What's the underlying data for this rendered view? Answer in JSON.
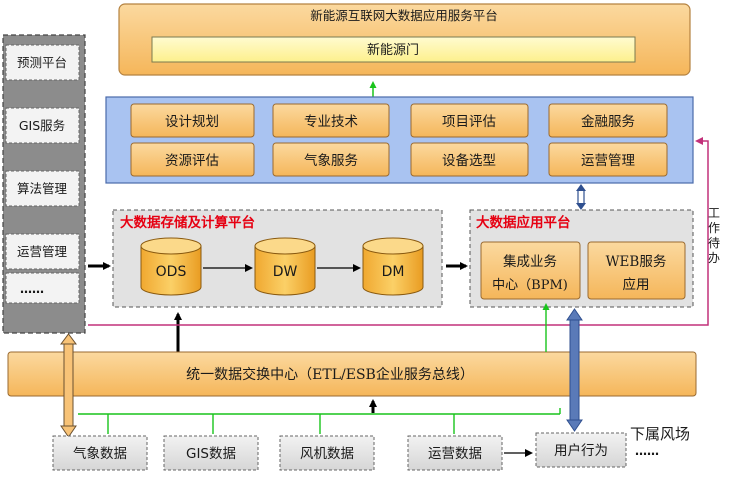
{
  "top_platform": {
    "title": "新能源互联网大数据应用服务平台",
    "portal": "新能源门"
  },
  "services": [
    "设计规划",
    "专业技术",
    "项目评估",
    "金融服务",
    "资源评估",
    "气象服务",
    "设备选型",
    "运营管理"
  ],
  "left_panel": {
    "items": [
      "预测平台",
      "GIS服务",
      "算法管理",
      "运营管理",
      "……"
    ]
  },
  "storage_platform": {
    "title": "大数据存储及计算平台",
    "nodes": [
      "ODS",
      "DW",
      "DM"
    ]
  },
  "app_platform": {
    "title": "大数据应用平台",
    "bpm_line1": "集成业务",
    "bpm_line2": "中心（BPM)",
    "web_line1": "WEB服务",
    "web_line2": "应用"
  },
  "workflow_label": [
    "工",
    "作",
    "待",
    "办"
  ],
  "exchange_bus": "统一数据交换中心（ETL/ESB企业服务总线）",
  "data_sources": [
    "气象数据",
    "GIS数据",
    "风机数据",
    "运营数据",
    "用户行为"
  ],
  "wind_farm_label": "下属风场",
  "more_label": "……",
  "colors": {
    "orange_fill": "#f8c377",
    "orange_stroke": "#a07030",
    "blue_panel": "#a9c3f1",
    "green_arrow": "#19c41c",
    "dark_blue_arrow": "#2f4f8f",
    "pink_line": "#c2317a"
  }
}
